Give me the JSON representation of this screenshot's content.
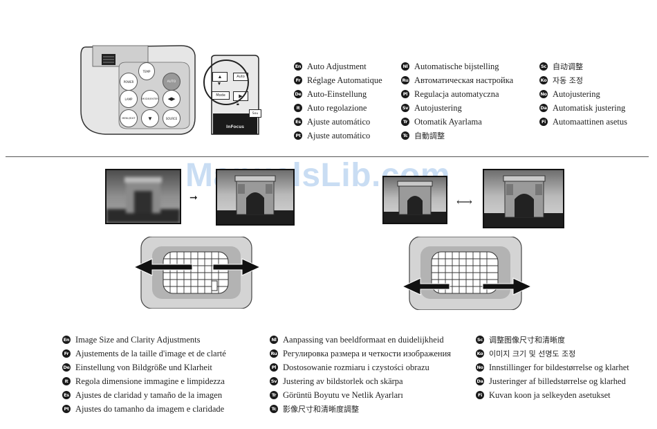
{
  "watermark": "ManualsLib.com",
  "remote_keys": {
    "power": "POWER",
    "auto": "AUTO",
    "temp": "TEMP",
    "lamp": "LAMP",
    "keystone": "KEYST.",
    "mode_enter": "MODE/ENTER",
    "menu_exit": "MENU/EXIT",
    "source": "SOURCE",
    "remote_auto": "Auto",
    "remote_mode": "Mode",
    "remote_brand": "InFocus",
    "remote_source": "Sou"
  },
  "auto_adjust_langs_col1": [
    {
      "code": "En",
      "label": "Auto Adjustment"
    },
    {
      "code": "Fr",
      "label": "Réglage Automatique"
    },
    {
      "code": "De",
      "label": "Auto-Einstellung"
    },
    {
      "code": "It",
      "label": "Auto regolazione"
    },
    {
      "code": "Es",
      "label": "Ajuste automático"
    },
    {
      "code": "Pt",
      "label": "Ajuste automático"
    }
  ],
  "auto_adjust_langs_col2": [
    {
      "code": "Nl",
      "label": "Automatische bijstelling"
    },
    {
      "code": "Ru",
      "label": "Автоматическая настройка"
    },
    {
      "code": "Pl",
      "label": "Regulacja automatyczna"
    },
    {
      "code": "Sv",
      "label": "Autojustering"
    },
    {
      "code": "Tr",
      "label": "Otomatik Ayarlama"
    },
    {
      "code": "Tc",
      "label": "自動調整"
    }
  ],
  "auto_adjust_langs_col3": [
    {
      "code": "Sc",
      "label": "自动调整"
    },
    {
      "code": "Ko",
      "label": "자동 조정"
    },
    {
      "code": "No",
      "label": "Autojustering"
    },
    {
      "code": "Da",
      "label": "Automatisk justering"
    },
    {
      "code": "Fi",
      "label": "Automaattinen asetus"
    }
  ],
  "size_clarity_langs_col1": [
    {
      "code": "En",
      "label": "Image Size and Clarity Adjustments"
    },
    {
      "code": "Fr",
      "label": "Ajustements de la taille d'image et de clarté"
    },
    {
      "code": "De",
      "label": "Einstellung von Bildgröße und Klarheit"
    },
    {
      "code": "It",
      "label": "Regola dimensione immagine e limpidezza"
    },
    {
      "code": "Es",
      "label": "Ajustes de claridad y tamaño de la imagen"
    },
    {
      "code": "Pt",
      "label": "Ajustes do tamanho da imagem e claridade"
    }
  ],
  "size_clarity_langs_col2": [
    {
      "code": "Nl",
      "label": "Aanpassing van beeldformaat en duidelijkheid"
    },
    {
      "code": "Ru",
      "label": "Регулировка размера и четкости изображения"
    },
    {
      "code": "Pl",
      "label": "Dostosowanie rozmiaru i czystości obrazu"
    },
    {
      "code": "Sv",
      "label": "Justering av bildstorlek och skärpa"
    },
    {
      "code": "Tr",
      "label": "Görüntü Boyutu ve Netlik Ayarları"
    },
    {
      "code": "Tc",
      "label": "影像尺寸和清晰度調整"
    }
  ],
  "size_clarity_langs_col3": [
    {
      "code": "Sc",
      "label": "调整图像尺寸和清晰度"
    },
    {
      "code": "Ko",
      "label": "이미지 크기 및 선명도 조정"
    },
    {
      "code": "No",
      "label": "Innstillinger for bildestørrelse og klarhet"
    },
    {
      "code": "Da",
      "label": "Justeringer af billedstørrelse og klarhed"
    },
    {
      "code": "Fi",
      "label": "Kuvan koon ja selkeyden asetukset"
    }
  ]
}
